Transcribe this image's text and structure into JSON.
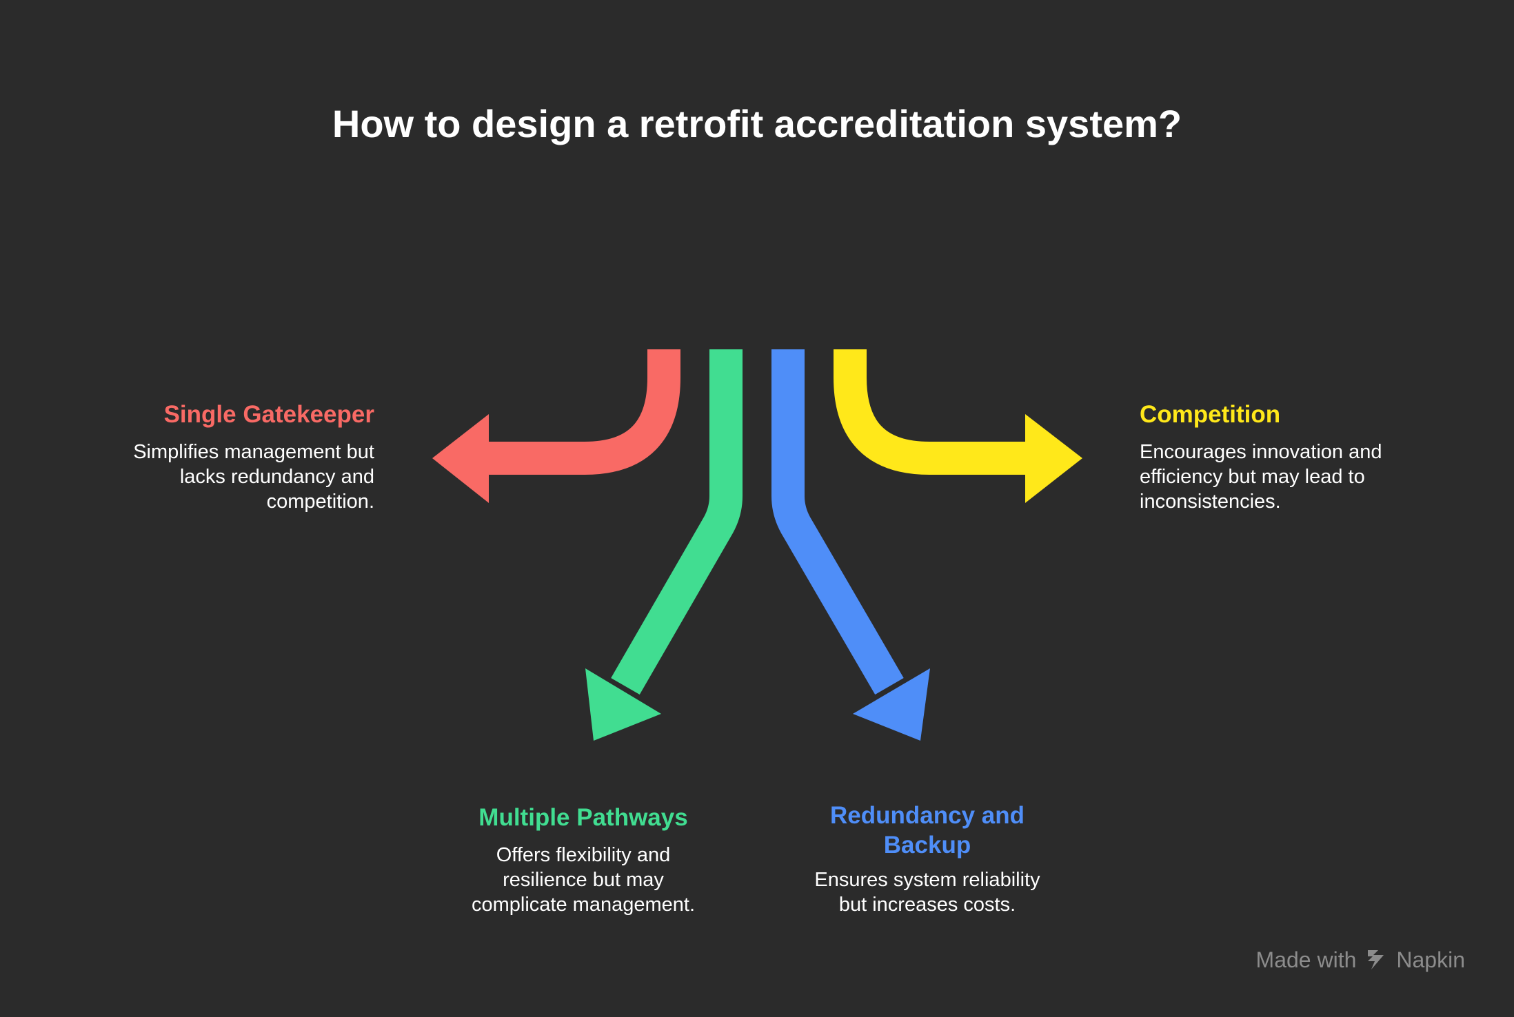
{
  "title": "How to design a retrofit accreditation system?",
  "colors": {
    "background": "#2b2b2b",
    "red": "#f96a65",
    "green": "#41dd91",
    "blue": "#4f8ef8",
    "yellow": "#ffe81a"
  },
  "options": [
    {
      "label": "Single Gatekeeper",
      "description": "Simplifies management but lacks redundancy and competition.",
      "color": "#f96a65",
      "direction": "left"
    },
    {
      "label": "Multiple Pathways",
      "description": "Offers flexibility and resilience but may complicate management.",
      "color": "#41dd91",
      "direction": "down-left"
    },
    {
      "label": "Redundancy and Backup",
      "description": "Ensures system reliability but increases costs.",
      "color": "#4f8ef8",
      "direction": "down-right"
    },
    {
      "label": "Competition",
      "description": "Encourages innovation and efficiency but may lead to inconsistencies.",
      "color": "#ffe81a",
      "direction": "right"
    }
  ],
  "footer": {
    "made_with": "Made with",
    "brand": "Napkin",
    "icon": "napkin-logo-icon"
  }
}
